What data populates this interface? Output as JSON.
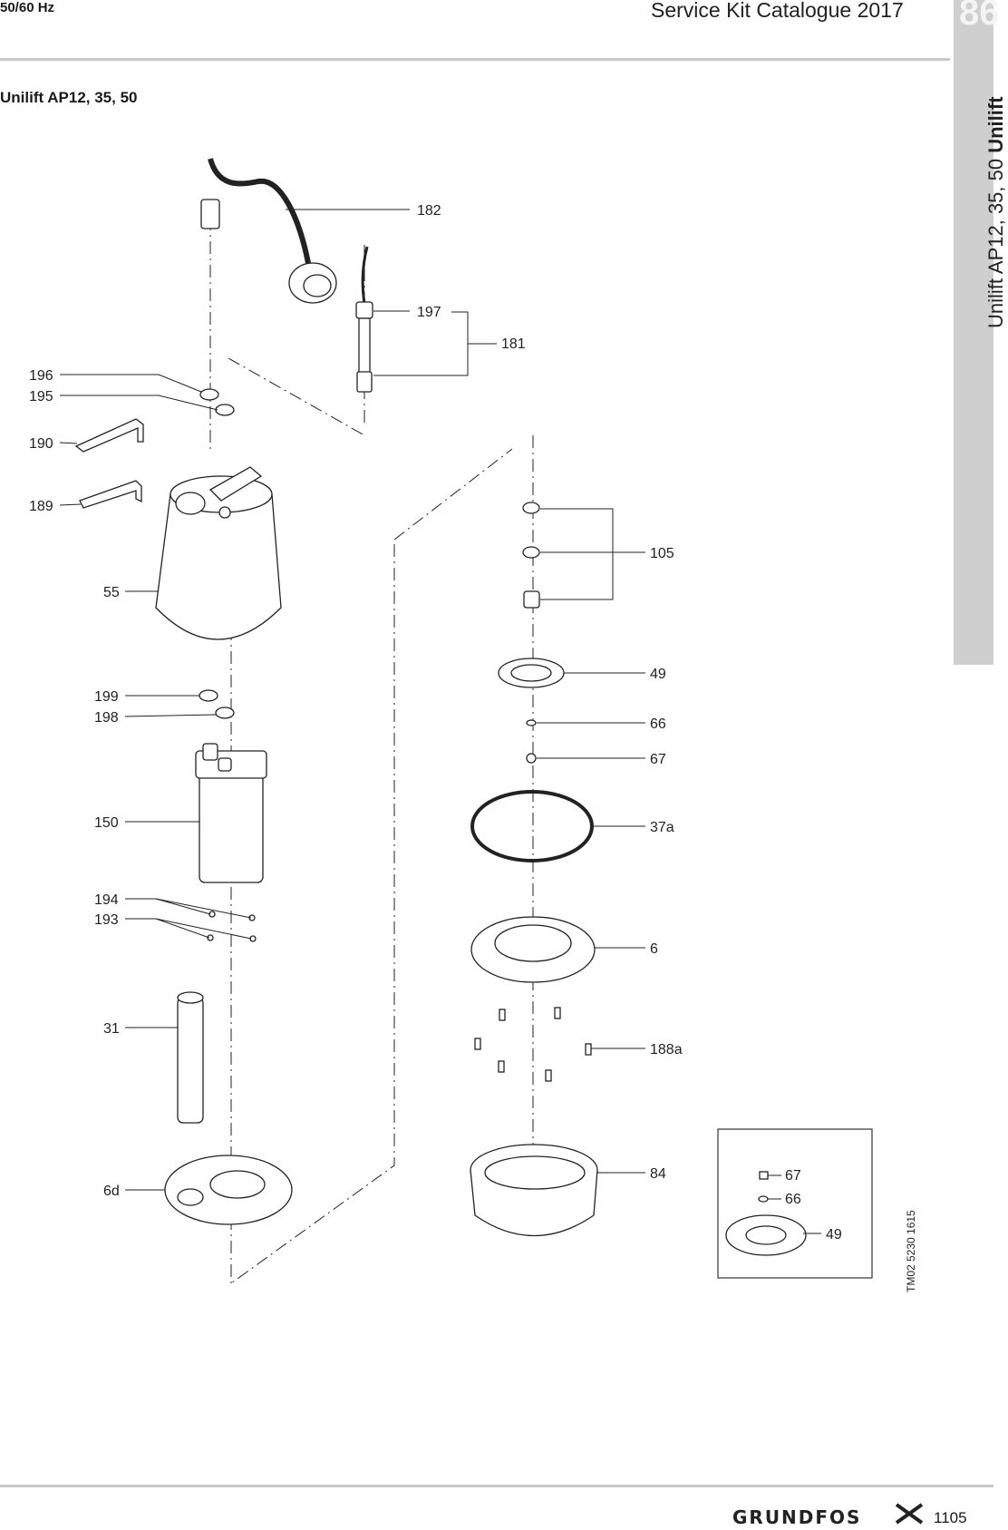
{
  "header": {
    "frequency": "50/60 Hz",
    "catalogue_title": "Service Kit Catalogue 2017",
    "tab_number": "86"
  },
  "side_tab": {
    "label_regular": "Unilift AP12, 35, 50 ",
    "label_bold": "Unilift"
  },
  "section_title": "Unilift AP12, 35, 50",
  "diagram": {
    "labels": {
      "p182": "182",
      "p197": "197",
      "p181": "181",
      "p196": "196",
      "p195": "195",
      "p190": "190",
      "p189": "189",
      "p55": "55",
      "p199": "199",
      "p198": "198",
      "p150": "150",
      "p194": "194",
      "p193": "193",
      "p31": "31",
      "p6d": "6d",
      "p105": "105",
      "p49": "49",
      "p66": "66",
      "p67": "67",
      "p37a": "37a",
      "p6": "6",
      "p188a": "188a",
      "p84": "84",
      "inset_67": "67",
      "inset_66": "66",
      "inset_49": "49"
    },
    "drawing_code": "TM02 5230 1615"
  },
  "footer": {
    "brand": "GRUNDFOS",
    "page_number": "1105"
  }
}
